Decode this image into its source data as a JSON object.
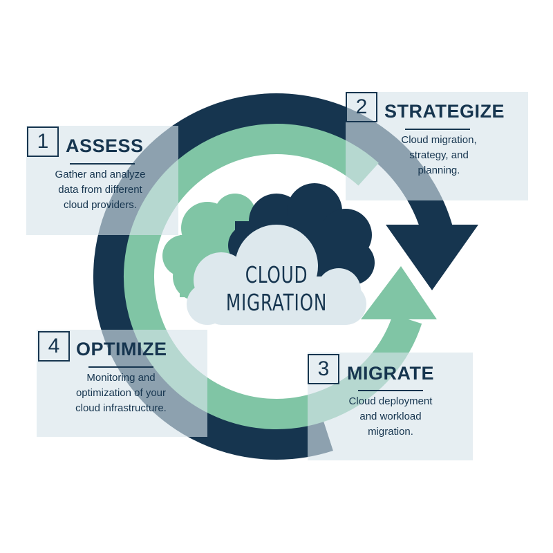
{
  "center": {
    "line1": "CLOUD",
    "line2": "MIGRATION"
  },
  "steps": [
    {
      "number": "1",
      "title": "ASSESS",
      "lines": [
        "Gather and analyze",
        "data from different",
        "cloud providers."
      ]
    },
    {
      "number": "2",
      "title": "STRATEGIZE",
      "lines": [
        "Cloud migration,",
        "strategy, and",
        "planning."
      ]
    },
    {
      "number": "3",
      "title": "MIGRATE",
      "lines": [
        "Cloud deployment",
        "and workload",
        "migration."
      ]
    },
    {
      "number": "4",
      "title": "OPTIMIZE",
      "lines": [
        "Monitoring and",
        "optimization of your",
        "cloud infrastructure."
      ]
    }
  ],
  "colors": {
    "navy": "#16354f",
    "green": "#80c5a5",
    "cloud": "#dde8ed"
  }
}
